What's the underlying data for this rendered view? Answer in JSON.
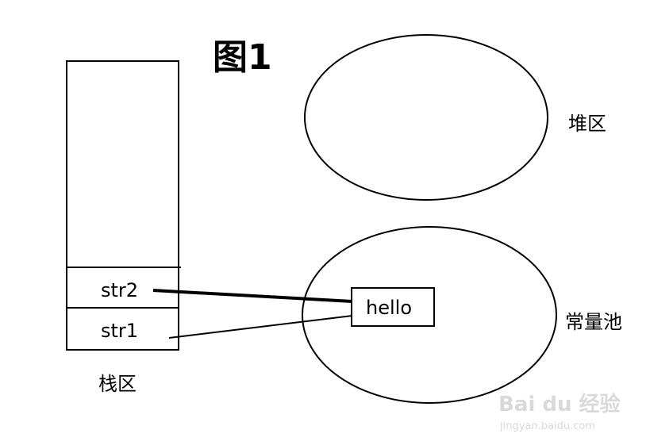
{
  "title": "图1",
  "stack": {
    "label": "栈区",
    "cells": [
      "str2",
      "str1"
    ]
  },
  "heap": {
    "label": "堆区"
  },
  "constant_pool": {
    "label": "常量池",
    "value": "hello"
  },
  "watermark": {
    "brand": "Bai du 经验",
    "url": "jingyan.baidu.com"
  },
  "colors": {
    "stroke": "#000000",
    "background": "#ffffff",
    "watermark": "#d9d9d9"
  }
}
